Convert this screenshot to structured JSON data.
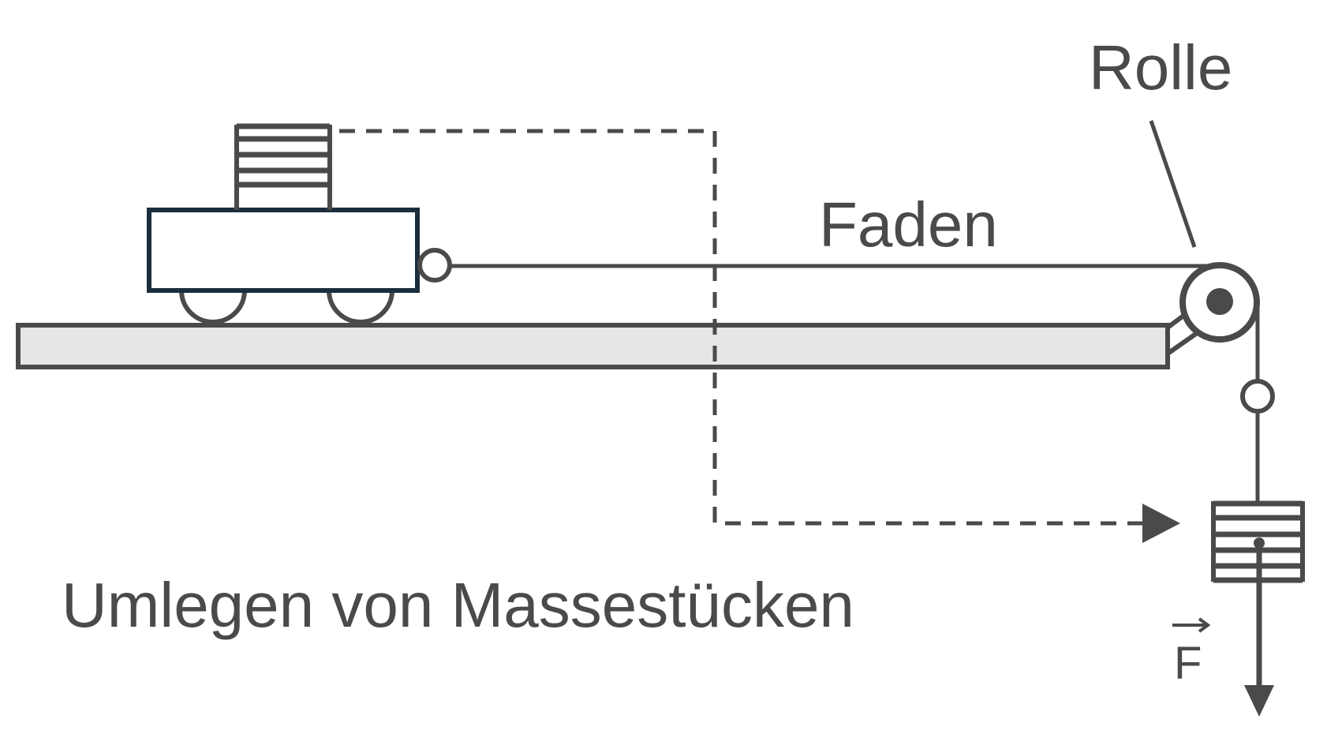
{
  "labels": {
    "pulley": "Rolle",
    "string": "Faden",
    "caption": "Umlegen von Massestücken",
    "force": "F"
  },
  "colors": {
    "stroke": "#4a4a4a",
    "cart_outline": "#1c2e3d",
    "track_fill": "#e6e6e6",
    "background": "#ffffff"
  },
  "stacks": {
    "cart_stack_bars": 5,
    "hanging_stack_bars": 6
  }
}
